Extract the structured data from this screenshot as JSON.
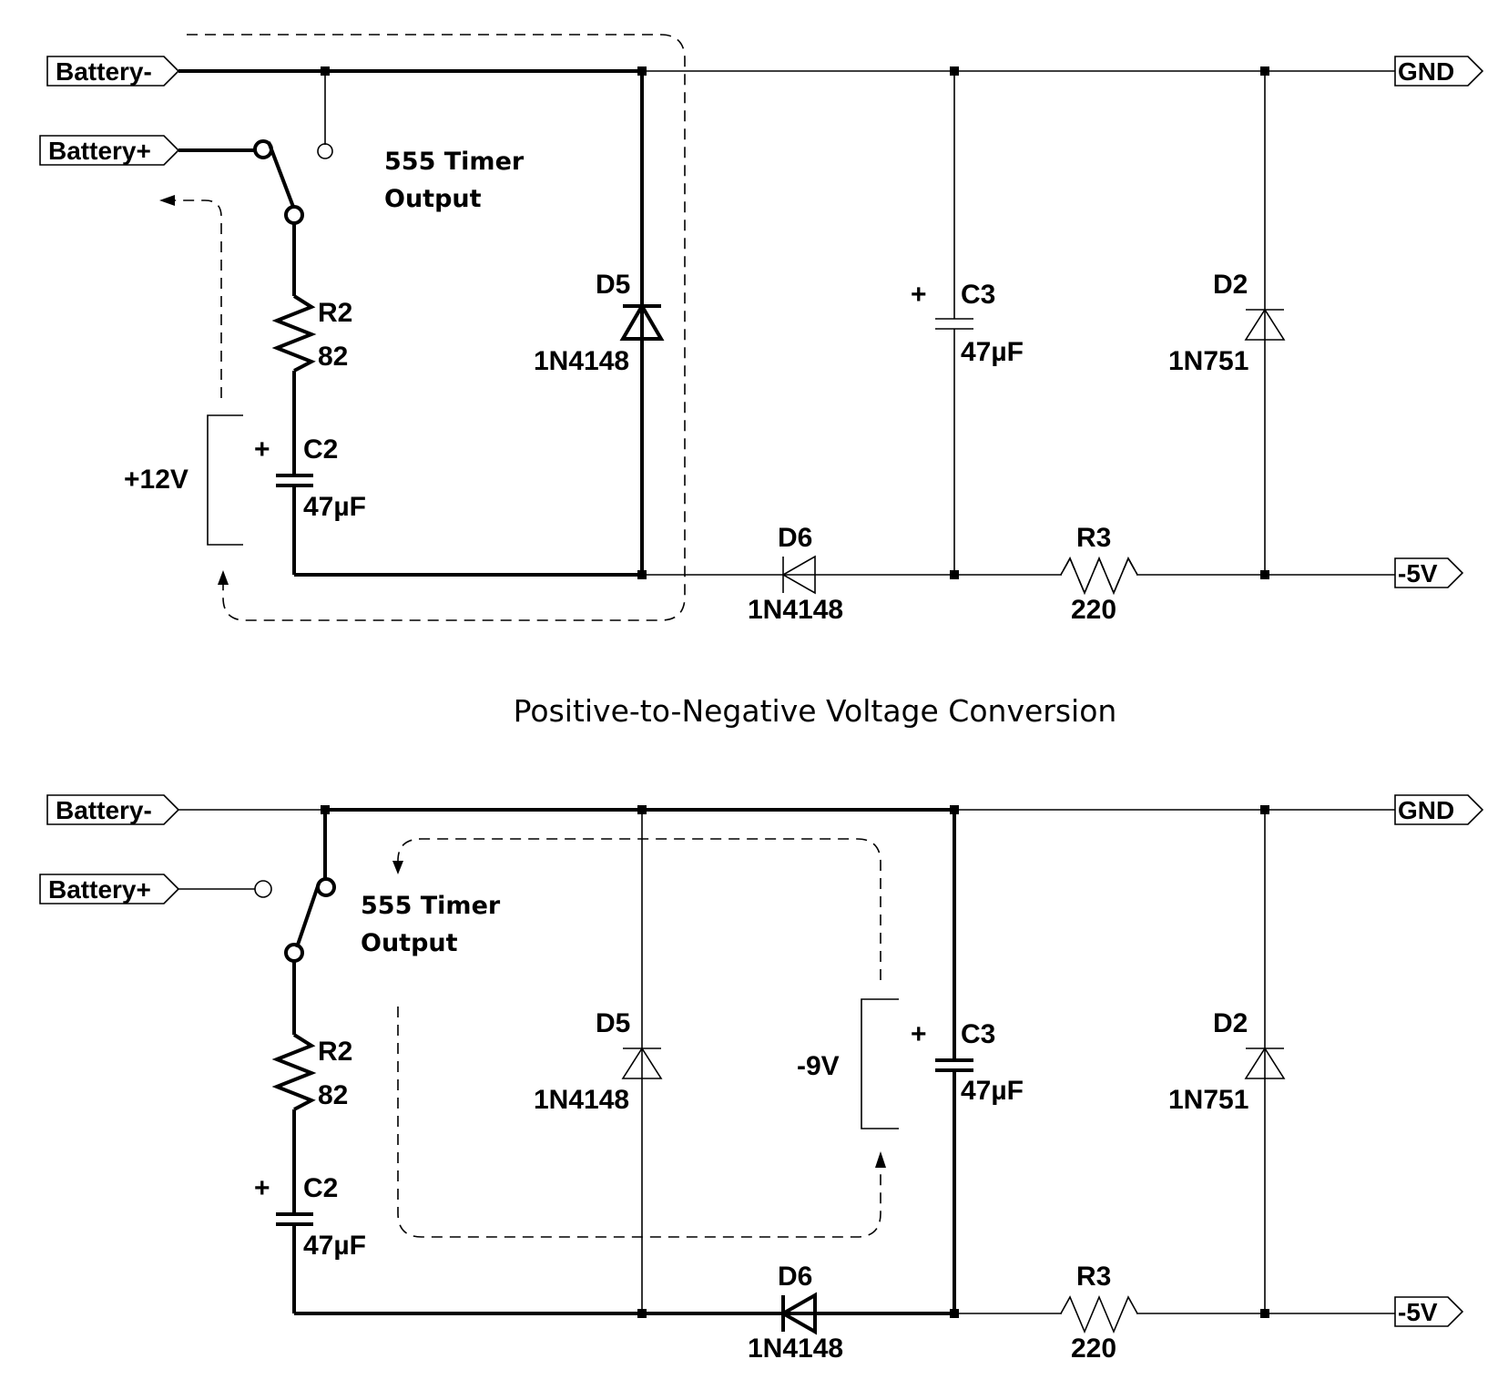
{
  "caption": "Positive-to-Negative Voltage Conversion",
  "ports": {
    "battery_neg": "Battery-",
    "battery_pos": "Battery+",
    "gnd": "GND",
    "neg5v": "-5V"
  },
  "components": {
    "r2": {
      "ref": "R2",
      "value": "82"
    },
    "c2": {
      "ref": "C2",
      "value": "47µF"
    },
    "d5": {
      "ref": "D5",
      "value": "1N4148"
    },
    "d6": {
      "ref": "D6",
      "value": "1N4148"
    },
    "c3": {
      "ref": "C3",
      "value": "47µF"
    },
    "r3": {
      "ref": "R3",
      "value": "220"
    },
    "d2": {
      "ref": "D2",
      "value": "1N751"
    }
  },
  "plus_sign": "+",
  "timer_label": {
    "line1": "555 Timer",
    "line2": "Output"
  },
  "top": {
    "voltage": "+12V"
  },
  "bottom": {
    "voltage": "-9V"
  }
}
